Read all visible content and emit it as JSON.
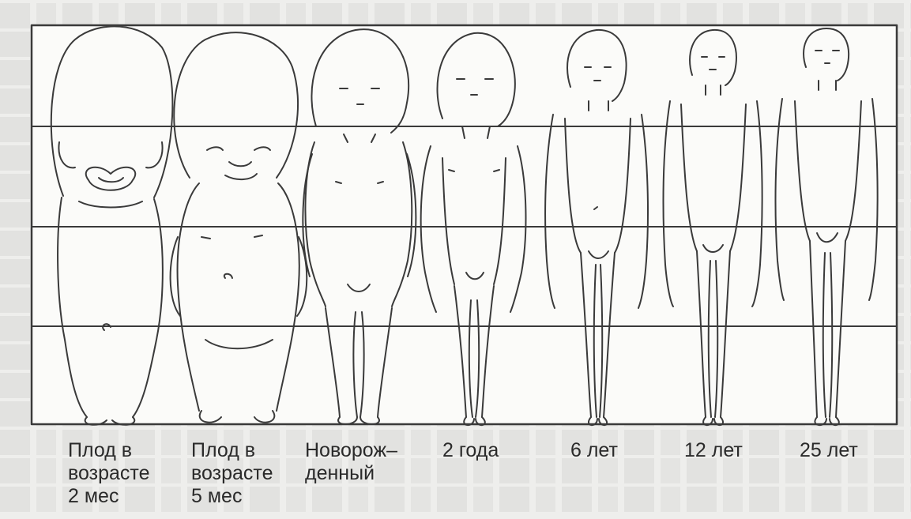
{
  "captions": {
    "fetus_2m": "Плод в\nвозрасте\n2 мес",
    "fetus_5m": "Плод в\nвозрасте\n5 мес",
    "newborn": "Новорож–\nденный",
    "age_2y": "2 года",
    "age_6y": "6 лет",
    "age_12y": "12 лет",
    "age_25y": "25 лет"
  },
  "colors": {
    "ink": "#3a3a3a",
    "paper": "#fbfbf9",
    "background": "#eeeeec"
  }
}
